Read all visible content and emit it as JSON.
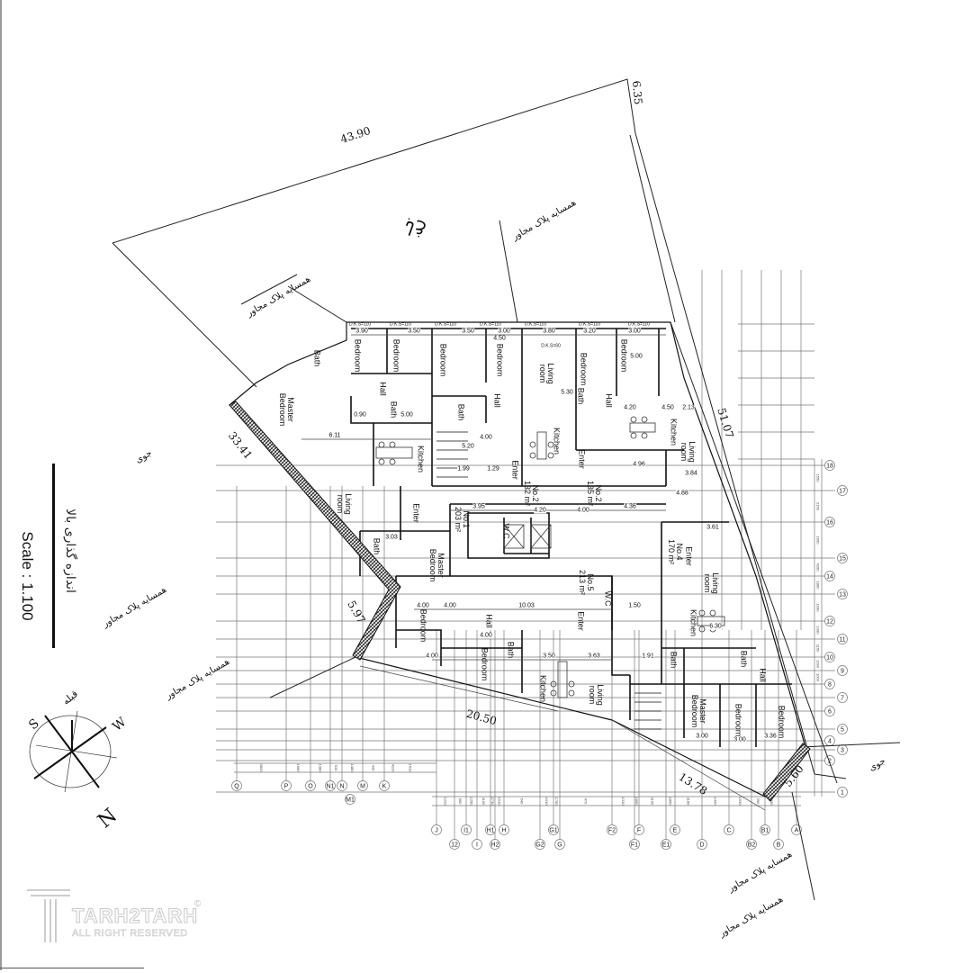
{
  "title": {
    "scale": "Scale : 1.100",
    "persian_title": "اندازه گذاری بالا"
  },
  "logo": {
    "name": "TARH2TARH",
    "tagline": "ALL RIGHT RESERVED",
    "copyright": "©"
  },
  "compass": {
    "N": "N",
    "S": "S",
    "W": "W",
    "qibla": "قبله"
  },
  "site_labels": {
    "garden": "باغ",
    "neighbor": "همسایه پلاک مجاور",
    "stream": "جوی"
  },
  "boundary_dimensions": [
    "43.90",
    "6.35",
    "33.41",
    "51.07",
    "20.50",
    "13.78",
    "5.60",
    "5.97"
  ],
  "rooms": [
    "Bedroom",
    "Bedroom",
    "Bedroom",
    "Bedroom",
    "Living room",
    "Bedroom",
    "Bedroom",
    "Hall",
    "Bath",
    "Bath",
    "Hall",
    "Bath",
    "Hall",
    "Kitchen",
    "Kitchen",
    "Kitchen",
    "Living room",
    "Enter",
    "Enter",
    "Living room",
    "Enter",
    "Master Bedroom",
    "Bath",
    "Master Bedroom",
    "Bath",
    "Bedroom",
    "Hall",
    "Bath",
    "Bedroom",
    "Kitchen",
    "Living room",
    "Enter",
    "Enter",
    "Living room",
    "Kitchen",
    "Bath",
    "Bath",
    "Hall",
    "Master Bedroom",
    "Bedroom",
    "Bedroom",
    "W.C",
    "W.C"
  ],
  "units": [
    {
      "no": "No.1",
      "area": "203 m²"
    },
    {
      "no": "No.2",
      "area": "132 m²"
    },
    {
      "no": "No.2",
      "area": "135 m²"
    },
    {
      "no": "No.4",
      "area": "170 m²"
    },
    {
      "no": "No.5",
      "area": "213 m²"
    }
  ],
  "interior_dimensions": [
    "3.90",
    "3.50",
    "3.50",
    "3.00",
    "3.80",
    "3.20",
    "3.00",
    "4.00",
    "4.00",
    "5.20",
    "4.50",
    "5.30",
    "5.00",
    "6.11",
    "5.00",
    "3.95",
    "4.20",
    "4.00",
    "4.36",
    "4.88",
    "4.96",
    "3.84",
    "4.20",
    "4.50",
    "2.13",
    "10.03",
    "4.00",
    "4.00",
    "3.50",
    "3.63",
    "1.91",
    "1.50",
    "3.03",
    "3.61",
    "3.00",
    "3.00",
    "3.36",
    "4.00",
    "6.30",
    "1.99",
    "1.29",
    "0.90",
    "D.K.S=110",
    "D.K.S=110",
    "D.K.S=110",
    "D.K.S=110",
    "D.K.S=110",
    "D.K.S=110",
    "D.K.S=110",
    "D.K.S=60"
  ],
  "grid_labels_row1": [
    "Q",
    "P",
    "O",
    "N1",
    "N",
    "M",
    "K",
    "M1"
  ],
  "grid_labels_row2": [
    "J",
    "12",
    "I1",
    "I",
    "H1",
    "H2",
    "H",
    "G2",
    "G1",
    "G",
    "F2",
    "F1",
    "F",
    "E1",
    "E",
    "D",
    "C",
    "B2",
    "B1",
    "B",
    "A"
  ],
  "grid_labels_right": [
    "18",
    "17",
    "16",
    "15",
    "14",
    "13",
    "12",
    "11",
    "10",
    "9",
    "8",
    "7",
    "6",
    "5",
    "4",
    "3",
    "2",
    "1"
  ],
  "grid_spacings_row1": [
    "3820",
    "1960",
    "1380",
    "930",
    "1480",
    "430",
    "1510",
    "4110"
  ],
  "grid_spacings_row2": [
    "1220",
    "960",
    "1250",
    "1100",
    "2730",
    "1010",
    "540",
    "4310",
    "1750",
    "470",
    "1310",
    "1650",
    "1150",
    "1850",
    "1180",
    "1420",
    "1630",
    "390",
    "2430"
  ],
  "grid_spacings_right": [
    "1550",
    "2150",
    "1650",
    "4260",
    "1860",
    "1090",
    "1390",
    "1150",
    "1390",
    "1000"
  ]
}
